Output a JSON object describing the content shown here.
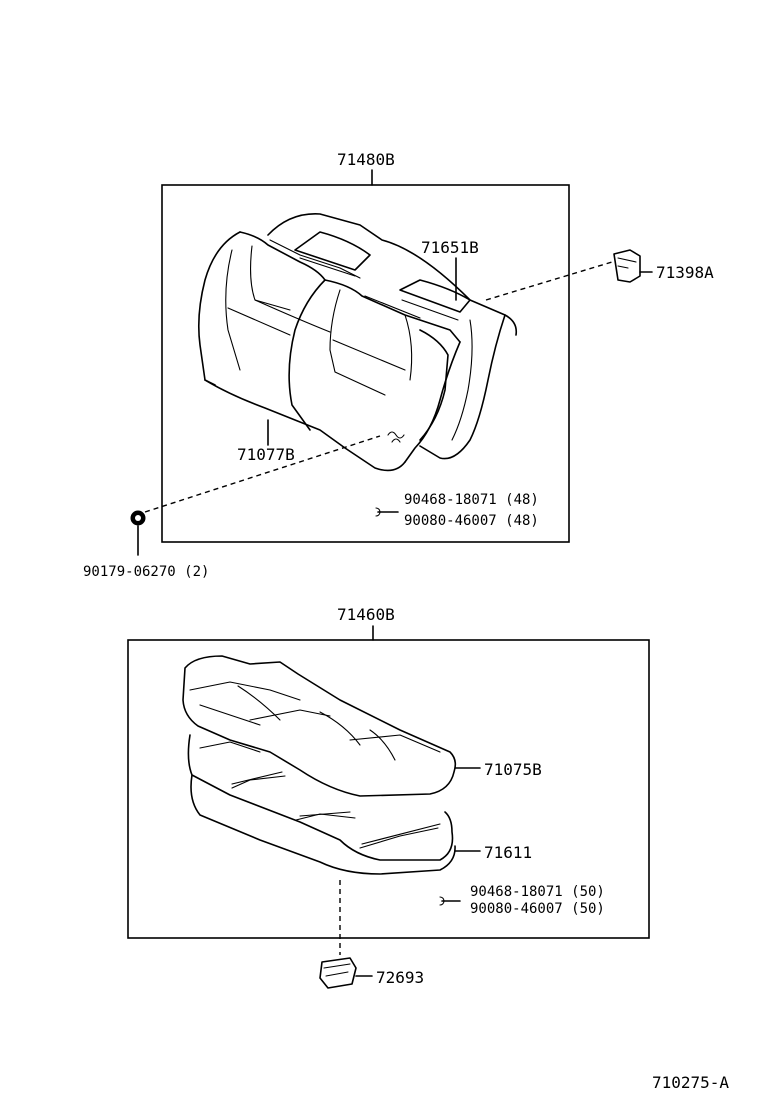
{
  "upper_group": {
    "assembly_part": "71480B",
    "cover_part": "71651B",
    "pad_part": "71077B",
    "hook_part": "71398A",
    "clip_part": "90179-06270 (2)",
    "hog_ring_1": "90468-18071 (48)",
    "hog_ring_2": "90080-46007 (48)"
  },
  "lower_group": {
    "assembly_part": "71460B",
    "cover_part": "71075B",
    "pad_part": "71611",
    "hog_ring_1": "90468-18071 (50)",
    "hog_ring_2": "90080-46007 (50)",
    "lock_part": "72693"
  },
  "illustration_number": "710275-A"
}
